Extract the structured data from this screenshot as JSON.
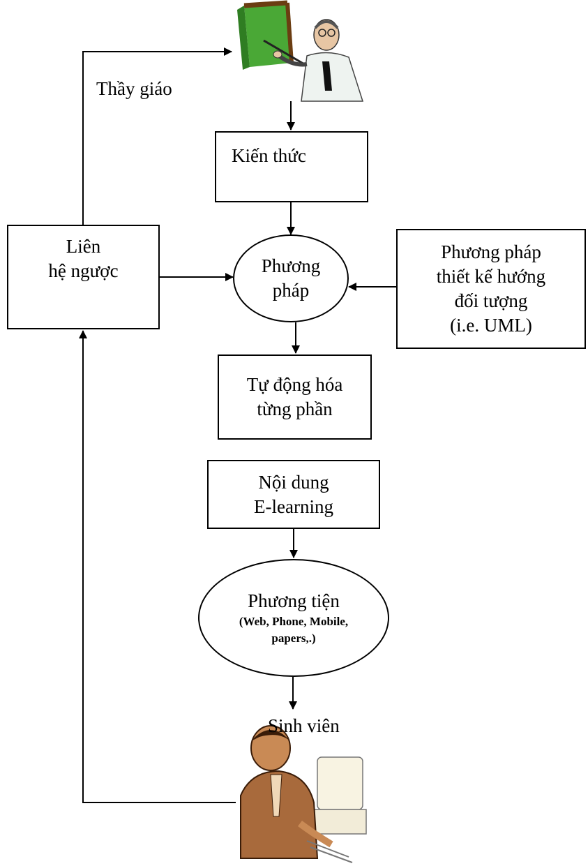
{
  "teacher": {
    "label": "Thầy giáo",
    "icon": "teacher-at-board-icon"
  },
  "student": {
    "label": "Sinh viên",
    "icon": "student-at-computer-icon"
  },
  "nodes": {
    "knowledge": "Kiến thức",
    "feedback": "Liên\nhệ ngược",
    "method": "Phương\npháp",
    "oo_design": "Phương pháp\nthiết kế hướng\nđối tượng\n(i.e. UML)",
    "automation": "Tự động hóa\ntừng phần",
    "content": "Nội dung\nE-learning",
    "media_title": "Phương tiện",
    "media_detail": "(Web, Phone, Mobile,\npapers,.)"
  },
  "colors": {
    "line": "#000000",
    "board": "#4aa836",
    "board_frame": "#6b3d12",
    "skin": "#c98a55",
    "suit": "#a86a3c"
  }
}
